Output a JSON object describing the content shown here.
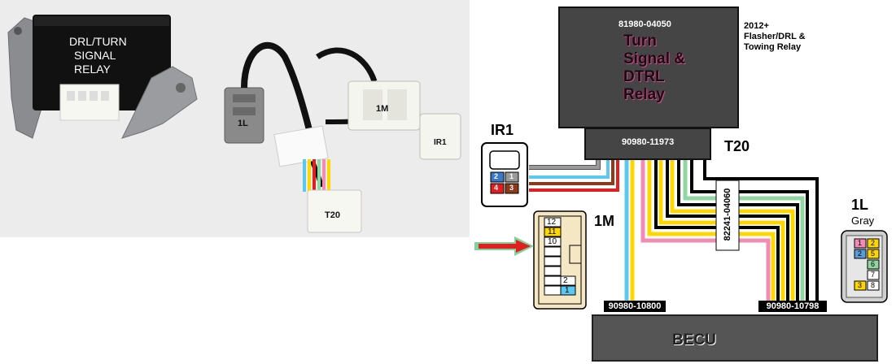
{
  "photo": {
    "relay_label_lines": [
      "DRL/TURN",
      "SIGNAL",
      "RELAY"
    ],
    "conn_1l": "1L",
    "conn_1m": "1M",
    "conn_ir1": "IR1",
    "conn_t20": "T20"
  },
  "relay": {
    "part_number": "81980-04050",
    "title_lines": [
      "Turn",
      "Signal &",
      "DTRL",
      "Relay"
    ],
    "note_lines": [
      "2012+",
      "Flasher/DRL &",
      "Towing Relay"
    ]
  },
  "connectors": {
    "t20_part": "90980-11973",
    "t20_label": "T20",
    "ir1_label": "IR1",
    "m1_label": "1M",
    "l1_label": "1L",
    "l1_color": "Gray",
    "harness_part": "82241-04060",
    "becu_left_part": "90980-10800",
    "becu_right_part": "90980-10798",
    "becu_label": "BECU"
  },
  "pins": {
    "ir1": [
      "2",
      "1",
      "4",
      "3"
    ],
    "m1": [
      "12",
      "11",
      "10",
      "2",
      "1"
    ],
    "l1": [
      "1",
      "2",
      "2",
      "5",
      "6",
      "7",
      "3",
      "8"
    ]
  },
  "colors": {
    "wire_blue": "#5bc8f0",
    "wire_yellow": "#ffd700",
    "wire_pink": "#f28cb4",
    "wire_green": "#8fd6a0",
    "wire_red": "#e02020",
    "wire_brown": "#8b3a1a",
    "wire_gray": "#9a9a9a",
    "wire_black": "#000000",
    "relay_body": "#454545",
    "becu_body": "#555555",
    "connector_tan": "#f5e6c4",
    "arrow_red": "#e02020",
    "arrow_green": "#7ed39a"
  }
}
